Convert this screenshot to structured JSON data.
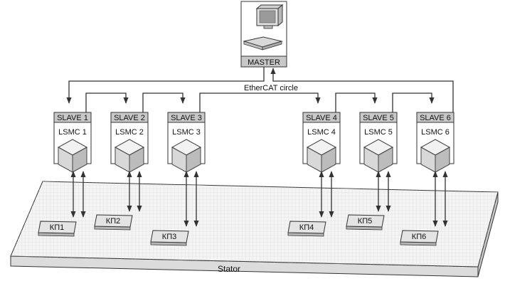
{
  "master": {
    "label": "MASTER"
  },
  "bus": {
    "label": "EtherCAT circle"
  },
  "slaves": [
    {
      "title": "SLAVE 1",
      "subtitle": "LSMC 1"
    },
    {
      "title": "SLAVE 2",
      "subtitle": "LSMC 2"
    },
    {
      "title": "SLAVE 3",
      "subtitle": "LSMC 3"
    },
    {
      "title": "SLAVE 4",
      "subtitle": "LSMC 4"
    },
    {
      "title": "SLAVE 5",
      "subtitle": "LSMC 5"
    },
    {
      "title": "SLAVE 6",
      "subtitle": "LSMC 6"
    }
  ],
  "pads": [
    "КП1",
    "КП2",
    "КП3",
    "КП4",
    "КП5",
    "КП6"
  ],
  "stator": {
    "label": "Stator"
  },
  "icons": {
    "computer": "computer-icon",
    "controller": "cube-icon"
  },
  "colors": {
    "header_fill": "#c8c8c8",
    "box_fill": "#ffffff",
    "stator_fill": "#f4f4f4",
    "grid_line": "#d8d8d8",
    "stroke": "#333333"
  }
}
